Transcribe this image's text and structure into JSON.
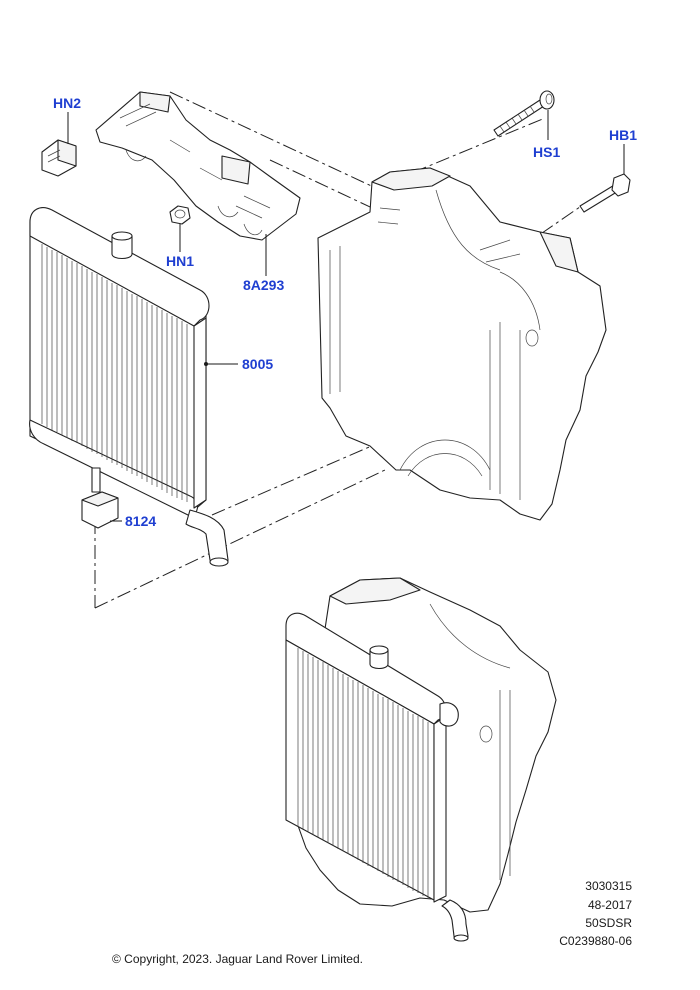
{
  "labels": {
    "hn2": "HN2",
    "hs1": "HS1",
    "hb1": "HB1",
    "hn1": "HN1",
    "p8a293": "8A293",
    "p8005": "8005",
    "p8124": "8124"
  },
  "meta": {
    "line1": "3030315",
    "line2": "48-2017",
    "line3": "50SDSR",
    "line4": "C0239880-06"
  },
  "copyright": "© Copyright, 2023. Jaguar Land Rover Limited.",
  "colors": {
    "label": "#1f3fd1",
    "line": "#222222"
  }
}
